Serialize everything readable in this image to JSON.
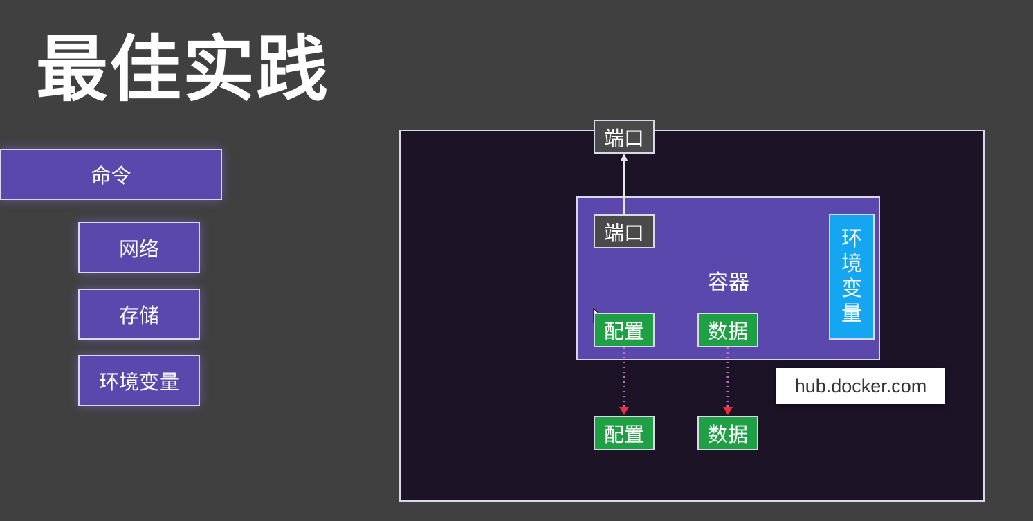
{
  "title": "最佳实践",
  "left_menu": {
    "command": "命令",
    "network": "网络",
    "storage": "存储",
    "env_vars": "环境变量"
  },
  "diagram": {
    "host_port": "端口",
    "container_port": "端口",
    "container": "容器",
    "config_in": "配置",
    "data_in": "数据",
    "config_out": "配置",
    "data_out": "数据",
    "env_vars_chars": [
      "环",
      "境",
      "变",
      "量"
    ],
    "hub": "hub.docker.com"
  },
  "colors": {
    "background": "#404040",
    "purple": "#5b48ad",
    "host_bg": "#1d1327",
    "green": "#1fa045",
    "blue": "#14a6f0",
    "port_gray": "#4a4a4a",
    "arrow_red": "#e8303a",
    "dotted_pink": "#c070c0"
  }
}
